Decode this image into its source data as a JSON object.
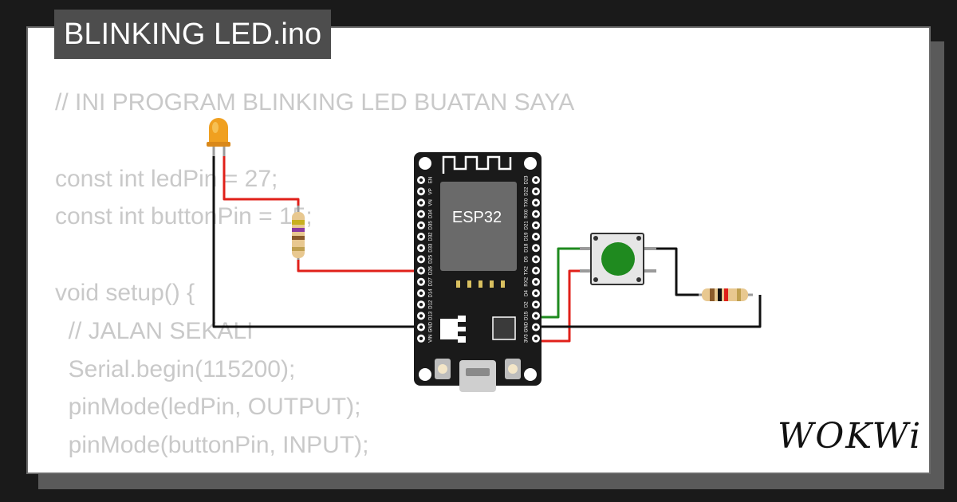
{
  "title": "BLINKING LED.ino",
  "code_lines": [
    "// INI PROGRAM BLINKING LED BUATAN SAYA",
    "",
    "const int ledPin = 27;",
    "const int buttonPin = 15;",
    "",
    "void setup() {",
    "  // JALAN SEKALI",
    "  Serial.begin(115200);",
    "  pinMode(ledPin, OUTPUT);",
    "  pinMode(buttonPin, INPUT);"
  ],
  "board": {
    "chip_label": "ESP32",
    "left_pins": [
      "EN",
      "VP",
      "VN",
      "D34",
      "D35",
      "D32",
      "D33",
      "D25",
      "D26",
      "D27",
      "D14",
      "D12",
      "D13",
      "GND",
      "VIN"
    ],
    "right_pins": [
      "D23",
      "D22",
      "TX0",
      "RX0",
      "D21",
      "D19",
      "D18",
      "D5",
      "TX2",
      "RX2",
      "D4",
      "D2",
      "D15",
      "GND",
      "3V3"
    ]
  },
  "logo": "WOKWi",
  "colors": {
    "background": "#1a1a1a",
    "card": "#ffffff",
    "title_bg": "#4d4d4d",
    "code_text": "#c9c9c9",
    "board": "#1a1a1a",
    "wire_red": "#e0201a",
    "wire_black": "#111111",
    "wire_green": "#1e8a1e",
    "led": "#f0a020",
    "button_cap": "#1f8a1f"
  }
}
